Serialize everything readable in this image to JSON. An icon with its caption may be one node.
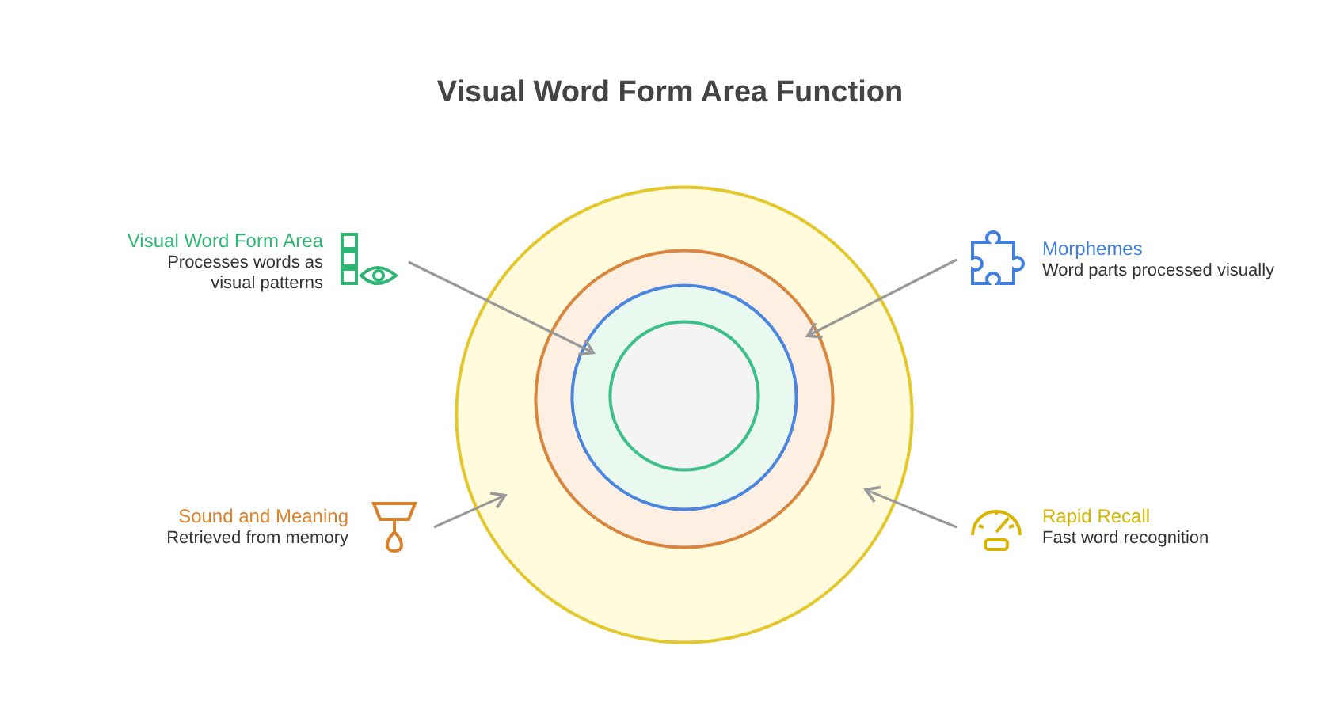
{
  "diagram": {
    "title": "Visual Word Form Area Function",
    "nodes": [
      {
        "text": [],
        "shape": "circle"
      },
      {
        "text": [],
        "shape": "circle",
        "in": 0
      },
      {
        "text": [],
        "shape": "circle",
        "in": 1
      },
      {
        "text": [],
        "shape": "circle",
        "in": 2
      },
      {
        "text": [
          "Visual Word Form Area",
          "Processes words as visual patterns"
        ]
      },
      {
        "text": [
          "Morphemes",
          "Word parts processed visually"
        ]
      },
      {
        "text": [
          "Sound and Meaning",
          "Retrieved from memory"
        ]
      },
      {
        "text": [
          "Rapid Recall",
          "Fast word recognition"
        ]
      }
    ],
    "edges": [
      {
        "from": 4,
        "to": 2,
        "arrow": "to"
      },
      {
        "from": 5,
        "to": 1,
        "arrow": "to"
      },
      {
        "from": 6,
        "to": 0,
        "arrow": "to"
      },
      {
        "from": 7,
        "to": 0,
        "arrow": "to"
      }
    ]
  }
}
